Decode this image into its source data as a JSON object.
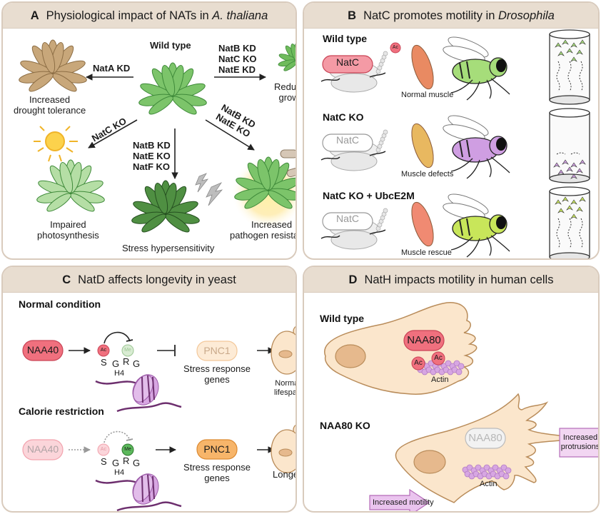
{
  "colors": {
    "panel_header": "#e8ddd0",
    "panel_border": "#d9cbbd",
    "plant_green": "#7cc46a",
    "plant_dark": "#3f8a3a",
    "plant_brown": "#c8a77a",
    "natc_red": "#f0707e",
    "purple": "#d7a6e2",
    "orange_pnc1": "#f7b56a",
    "cell_fill": "#fbe6cc"
  },
  "panel_a": {
    "letter": "A",
    "title_prefix": "Physiological impact of NATs in ",
    "title_species": "A. thaliana",
    "center_label": "Wild type",
    "left": {
      "arrow_label": "NatA KD",
      "outcome": [
        "Increased",
        "drought tolerance"
      ]
    },
    "right": {
      "arrow_label": [
        "NatB KD",
        "NatC KO",
        "NatE KD"
      ],
      "outcome": [
        "Reduced",
        "growth"
      ]
    },
    "down_left": {
      "arrow_label": "NatC KO",
      "outcome": [
        "Impaired",
        "photosynthesis"
      ]
    },
    "down": {
      "arrow_label": [
        "NatB KD",
        "NatE KO",
        "NatF KO"
      ],
      "outcome": [
        "Stress hypersensitivity"
      ]
    },
    "down_right": {
      "arrow_label": [
        "NatB KD",
        "NatE KO"
      ],
      "outcome": [
        "Increased",
        "pathogen resistance"
      ]
    },
    "icons": [
      "drought-plant-icon",
      "wild-type-plant-icon",
      "small-plant-icon",
      "sun-icon",
      "pale-plant-icon",
      "dark-plant-icon",
      "lightning-icon",
      "glowing-plant-icon",
      "pathogen-icon"
    ]
  },
  "panel_b": {
    "letter": "B",
    "title_prefix": "NatC promotes motility in ",
    "title_species": "Drosophila",
    "rows": [
      {
        "label": "Wild type",
        "enzyme": "NatC",
        "modification": "Ac",
        "muscle": "Normal muscle",
        "enzyme_active": true,
        "fly_color": "#a6dd7a",
        "muscle_color": "#e98a62",
        "climbing": "high"
      },
      {
        "label": "NatC KO",
        "enzyme": "NatC",
        "modification": "",
        "muscle": "Muscle defects",
        "enzyme_active": false,
        "fly_color": "#cf9ee2",
        "muscle_color": "#e8b860",
        "climbing": "low"
      },
      {
        "label": "NatC KO + UbcE2M",
        "enzyme": "NatC",
        "modification": "",
        "muscle": "Muscle rescue",
        "enzyme_active": false,
        "fly_color": "#c8e65a",
        "muscle_color": "#f08a72",
        "climbing": "high"
      }
    ]
  },
  "panel_c": {
    "letter": "C",
    "title": "NatD affects longevity in yeast",
    "conditions": [
      {
        "label": "Normal condition",
        "enzyme": "NAA40",
        "ac": "Ac",
        "me": "Me",
        "residues": [
          "S",
          "G",
          "R",
          "G"
        ],
        "histone": "H4",
        "gene": "PNC1",
        "gene_caption": [
          "Stress response",
          "genes"
        ],
        "outcome": [
          "Normal",
          "lifespan"
        ]
      },
      {
        "label": "Calorie restriction",
        "enzyme": "NAA40",
        "ac": "Ac",
        "me": "Me",
        "residues": [
          "S",
          "G",
          "R",
          "G"
        ],
        "histone": "H4",
        "gene": "PNC1",
        "gene_caption": [
          "Stress response",
          "genes"
        ],
        "outcome": [
          "Longevity"
        ]
      }
    ]
  },
  "panel_d": {
    "letter": "D",
    "title": "NatH impacts motility in human cells",
    "wild_type": {
      "label": "Wild type",
      "enzyme": "NAA80",
      "ac": [
        "Ac",
        "Ac"
      ],
      "actin": "Actin"
    },
    "knockout": {
      "label": "NAA80 KO",
      "enzyme": "NAA80",
      "actin": "Actin",
      "protrusions_box": [
        "Increased",
        "protrusions"
      ],
      "motility_arrow": "Increased motility"
    }
  }
}
